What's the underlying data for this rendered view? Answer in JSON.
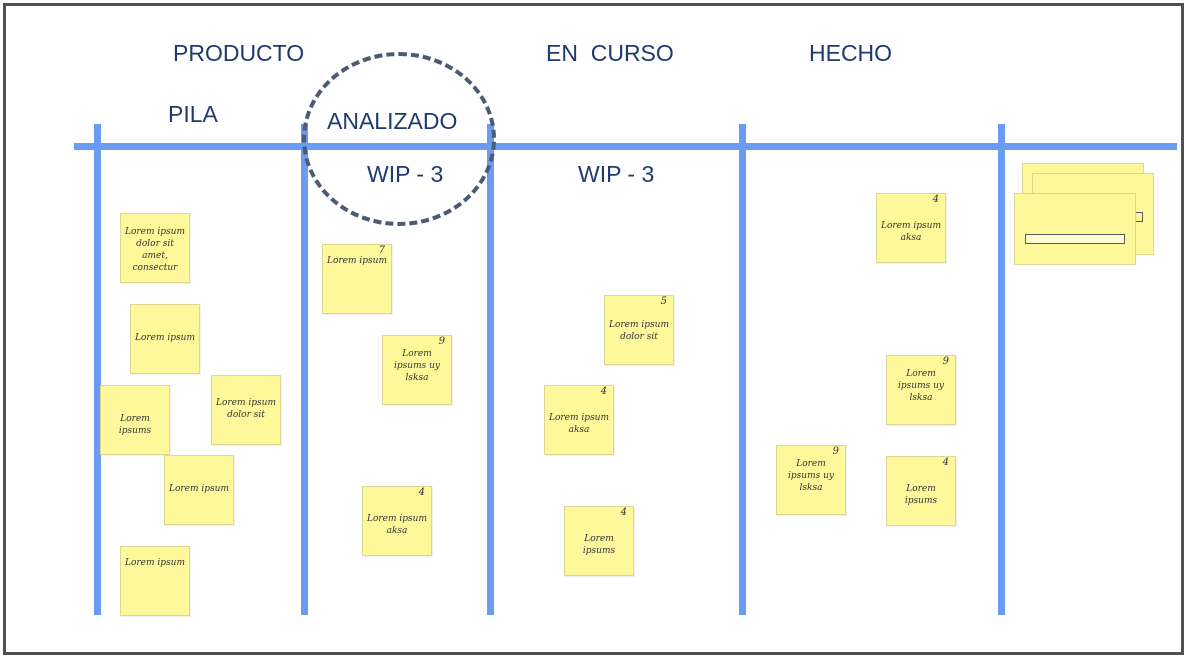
{
  "headers": {
    "producto": "PRODUCTO",
    "pila": "PILA",
    "analizado": "ANALIZADO",
    "en_curso": "EN  CURSO",
    "hecho": "HECHO",
    "wip_analizado": "WIP - 3",
    "wip_en_curso": "WIP - 3"
  },
  "colors": {
    "lines": "#6a9cf2",
    "headers": "#1f3a6e",
    "note": "#fdf99b",
    "circle": "#4d5a76"
  },
  "columns": {
    "pila": [
      {
        "text": "Lorem ipsum dolor sit amet, consectur",
        "number": ""
      },
      {
        "text": "Lorem ipsum",
        "number": ""
      },
      {
        "text": "Lorem ipsums",
        "number": ""
      },
      {
        "text": "Lorem ipsum dolor sit",
        "number": ""
      },
      {
        "text": "Lorem ipsum",
        "number": ""
      },
      {
        "text": "Lorem ipsum",
        "number": ""
      }
    ],
    "analizado": [
      {
        "text": "Lorem ipsum",
        "number": "7"
      },
      {
        "text": "Lorem ipsums uy lsksa",
        "number": "9"
      },
      {
        "text": "Lorem ipsum aksa",
        "number": "4"
      }
    ],
    "en_curso": [
      {
        "text": "Lorem ipsum dolor sit",
        "number": "5"
      },
      {
        "text": "Lorem ipsum aksa",
        "number": "4"
      },
      {
        "text": "Lorem ipsums",
        "number": "4"
      }
    ],
    "hecho": [
      {
        "text": "Lorem ipsum aksa",
        "number": "4"
      },
      {
        "text": "Lorem ipsums uy lsksa",
        "number": "9"
      },
      {
        "text": "Lorem ipsums uy lsksa",
        "number": "9"
      },
      {
        "text": "Lorem ipsums",
        "number": "4"
      }
    ]
  }
}
